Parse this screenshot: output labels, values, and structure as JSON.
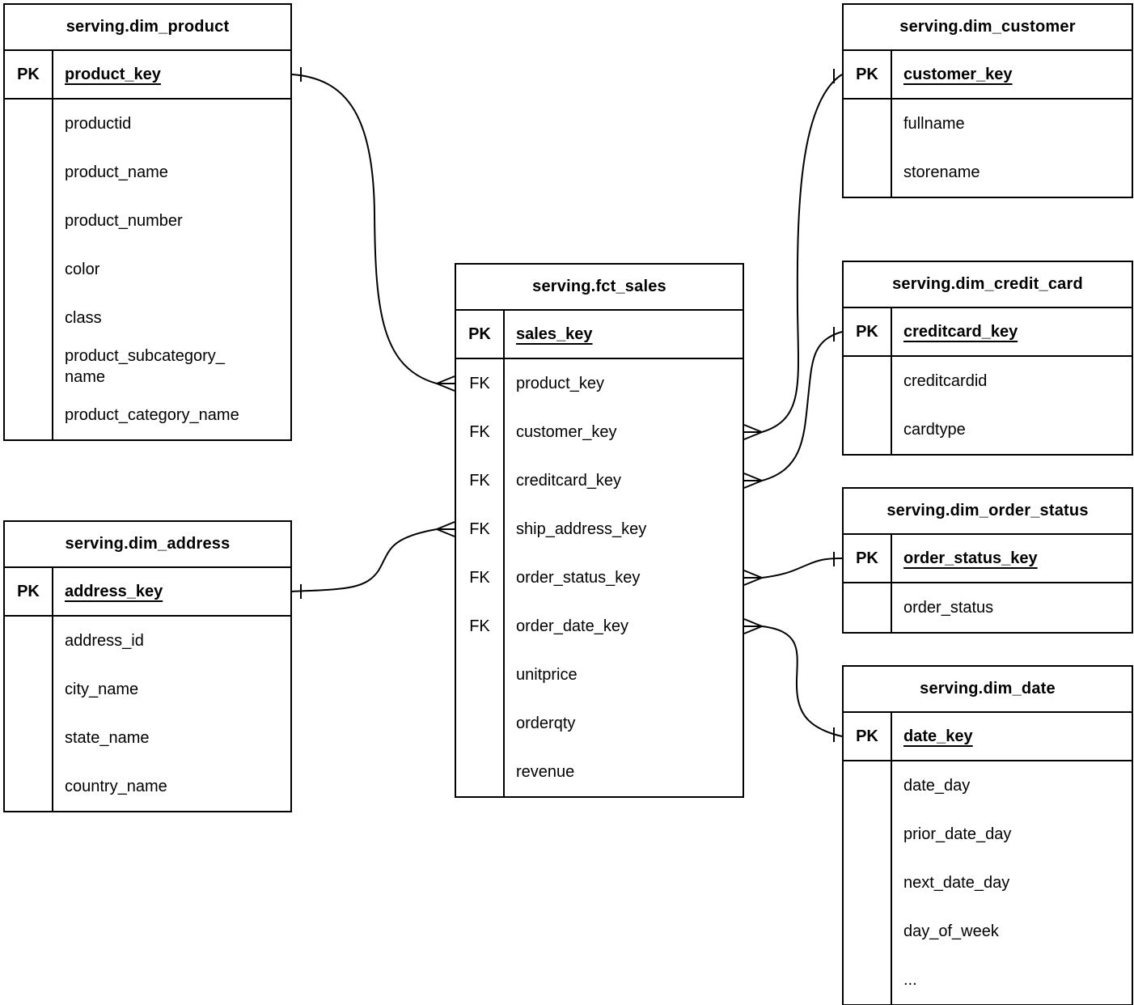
{
  "diagram": {
    "colors": {
      "background": "#ffffff",
      "stroke": "#000000",
      "text": "#000000"
    },
    "tables": [
      {
        "id": "dim_product",
        "title": "serving.dim_product",
        "pk": {
          "badge": "PK",
          "field": "product_key"
        },
        "rows": [
          {
            "badge": "",
            "field": "productid"
          },
          {
            "badge": "",
            "field": "product_name"
          },
          {
            "badge": "",
            "field": "product_number"
          },
          {
            "badge": "",
            "field": "color"
          },
          {
            "badge": "",
            "field": "class"
          },
          {
            "badge": "",
            "field": "product_subcategory_\nname"
          },
          {
            "badge": "",
            "field": "product_category_name"
          }
        ]
      },
      {
        "id": "dim_customer",
        "title": "serving.dim_customer",
        "pk": {
          "badge": "PK",
          "field": "customer_key"
        },
        "rows": [
          {
            "badge": "",
            "field": "fullname"
          },
          {
            "badge": "",
            "field": "storename"
          }
        ]
      },
      {
        "id": "fct_sales",
        "title": "serving.fct_sales",
        "pk": {
          "badge": "PK",
          "field": "sales_key"
        },
        "rows": [
          {
            "badge": "FK",
            "field": "product_key"
          },
          {
            "badge": "FK",
            "field": "customer_key"
          },
          {
            "badge": "FK",
            "field": "creditcard_key"
          },
          {
            "badge": "FK",
            "field": "ship_address_key"
          },
          {
            "badge": "FK",
            "field": "order_status_key"
          },
          {
            "badge": "FK",
            "field": "order_date_key"
          },
          {
            "badge": "",
            "field": "unitprice"
          },
          {
            "badge": "",
            "field": "orderqty"
          },
          {
            "badge": "",
            "field": "revenue"
          }
        ]
      },
      {
        "id": "dim_credit_card",
        "title": "serving.dim_credit_card",
        "pk": {
          "badge": "PK",
          "field": "creditcard_key"
        },
        "rows": [
          {
            "badge": "",
            "field": "creditcardid"
          },
          {
            "badge": "",
            "field": "cardtype"
          }
        ]
      },
      {
        "id": "dim_order_status",
        "title": "serving.dim_order_status",
        "pk": {
          "badge": "PK",
          "field": "order_status_key"
        },
        "rows": [
          {
            "badge": "",
            "field": "order_status"
          }
        ]
      },
      {
        "id": "dim_date",
        "title": "serving.dim_date",
        "pk": {
          "badge": "PK",
          "field": "date_key"
        },
        "rows": [
          {
            "badge": "",
            "field": "date_day"
          },
          {
            "badge": "",
            "field": "prior_date_day"
          },
          {
            "badge": "",
            "field": "next_date_day"
          },
          {
            "badge": "",
            "field": "day_of_week"
          },
          {
            "badge": "",
            "field": "..."
          }
        ]
      },
      {
        "id": "dim_address",
        "title": "serving.dim_address",
        "pk": {
          "badge": "PK",
          "field": "address_key"
        },
        "rows": [
          {
            "badge": "",
            "field": "address_id"
          },
          {
            "badge": "",
            "field": "city_name"
          },
          {
            "badge": "",
            "field": "state_name"
          },
          {
            "badge": "",
            "field": "country_name"
          }
        ]
      }
    ],
    "connections": [
      {
        "id": "product",
        "from": "serving.fct_sales.product_key",
        "from_cardinality": "many",
        "to": "serving.dim_product.product_key",
        "to_cardinality": "one"
      },
      {
        "id": "ship_address",
        "from": "serving.fct_sales.ship_address_key",
        "from_cardinality": "many",
        "to": "serving.dim_address.address_key",
        "to_cardinality": "one"
      },
      {
        "id": "customer",
        "from": "serving.fct_sales.customer_key",
        "from_cardinality": "many",
        "to": "serving.dim_customer.customer_key",
        "to_cardinality": "one"
      },
      {
        "id": "creditcard",
        "from": "serving.fct_sales.creditcard_key",
        "from_cardinality": "many",
        "to": "serving.dim_credit_card.creditcard_key",
        "to_cardinality": "one"
      },
      {
        "id": "order_status",
        "from": "serving.fct_sales.order_status_key",
        "from_cardinality": "many",
        "to": "serving.dim_order_status.order_status_key",
        "to_cardinality": "one"
      },
      {
        "id": "order_date",
        "from": "serving.fct_sales.order_date_key",
        "from_cardinality": "many",
        "to": "serving.dim_date.date_key",
        "to_cardinality": "one"
      }
    ]
  }
}
